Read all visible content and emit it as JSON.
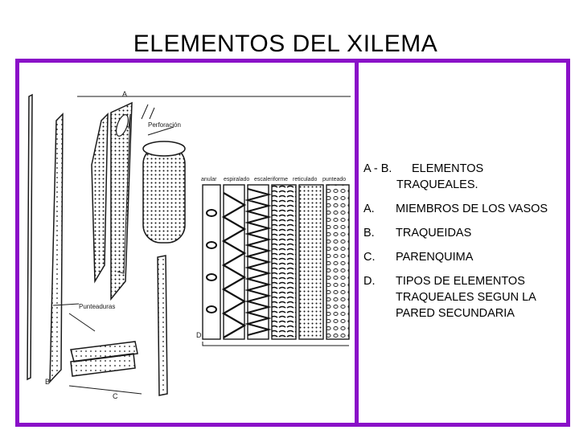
{
  "title": "ELEMENTOS DEL XILEMA",
  "figure": {
    "labels": {
      "a": "A",
      "b": "B",
      "c": "C",
      "d": "D",
      "perforacion": "Perforación",
      "punteaduras": "Punteaduras",
      "anular": "anular",
      "espiralado": "espiralado",
      "escaleriforme": "escaleriforme",
      "reticulado": "reticulado",
      "punteado": "punteado"
    }
  },
  "legend": {
    "header": {
      "key": "A - B.",
      "line1": "ELEMENTOS",
      "line2": "TRAQUEALES."
    },
    "items": [
      {
        "key": "A.",
        "value": "MIEMBROS DE LOS VASOS"
      },
      {
        "key": "B.",
        "value": "TRAQUEIDAS"
      },
      {
        "key": "C.",
        "value": "PARENQUIMA"
      },
      {
        "key": "D.",
        "value": "TIPOS DE ELEMENTOS TRAQUEALES SEGUN LA PARED SECUNDARIA"
      }
    ]
  },
  "colors": {
    "frame": "#8a10c8",
    "ink": "#1a1a1a"
  }
}
